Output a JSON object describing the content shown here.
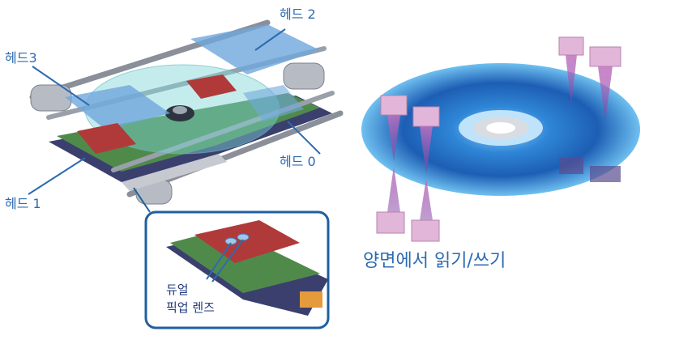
{
  "labels": {
    "head2": "헤드 2",
    "head3": "헤드3",
    "head0": "헤드 0",
    "head1": "헤드 1",
    "dual": "듀얼",
    "pickup_lens": "픽업 렌즈"
  },
  "caption": "양면에서 읽기/쓰기",
  "colors": {
    "label": "#2c6bb1",
    "inset_frame": "#1f5fa0",
    "head_panel": "#6fa8dc",
    "disc": "#2f7fd0",
    "laser_block": "#e2b6d8"
  }
}
